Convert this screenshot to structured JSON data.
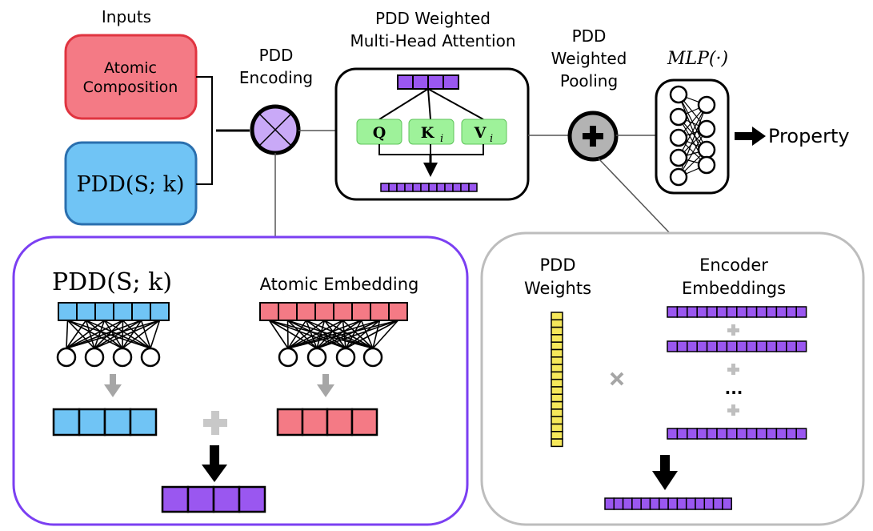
{
  "colors": {
    "red_fill": "#f47a85",
    "red_stroke": "#e03440",
    "blue_fill": "#70c4f5",
    "blue_stroke": "#2a6fae",
    "purple": "#9a57f0",
    "purple_box_stroke": "#7b3ff2",
    "gray_box_stroke": "#bdbdbd",
    "green_fill": "#9ef29a",
    "yellow": "#f6e85a",
    "gray_symbol": "#a6a6a6"
  },
  "inputs": {
    "title": "Inputs",
    "atomic_composition_line1": "Atomic",
    "atomic_composition_line2": "Composition",
    "pdd_label": "PDD(S; k)"
  },
  "encoding": {
    "title_line1": "PDD",
    "title_line2": "Encoding"
  },
  "attention": {
    "title_line1": "PDD Weighted",
    "title_line2": "Multi-Head Attention",
    "q_label": "Q",
    "k_label": "K",
    "k_sub": "i",
    "v_label": "V",
    "v_sub": "i"
  },
  "pooling": {
    "title_line1": "PDD",
    "title_line2": "Weighted",
    "title_line3": "Pooling"
  },
  "mlp": {
    "title": "MLP(·)"
  },
  "output": {
    "property_label": "Property"
  },
  "encoding_detail": {
    "pdd_label": "PDD(S; k)",
    "atomic_embedding_label": "Atomic Embedding"
  },
  "pooling_detail": {
    "weights_line1": "PDD",
    "weights_line2": "Weights",
    "embeddings_line1": "Encoder",
    "embeddings_line2": "Embeddings",
    "ellipsis": "..."
  }
}
